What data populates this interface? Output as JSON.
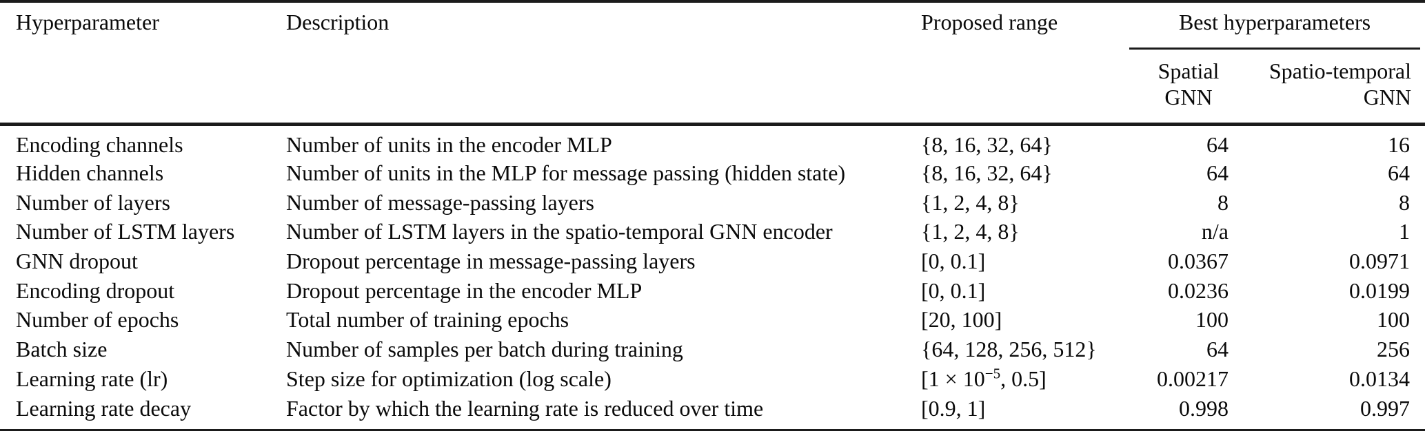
{
  "colors": {
    "text": "#0b0b0b",
    "rule": "#1b1b1b",
    "background": "#ffffff"
  },
  "table": {
    "columns": {
      "hyperparameter": "Hyperparameter",
      "description": "Description",
      "proposed_range": "Proposed range",
      "best_group": "Best hyperparameters",
      "spatial_line1": "Spatial",
      "spatial_line2": "GNN",
      "spatio_temporal_line1": "Spatio-temporal",
      "spatio_temporal_line2": "GNN"
    },
    "rows": [
      {
        "hyperparameter": "Encoding channels",
        "description": "Number of units in the encoder MLP",
        "range": {
          "pre": "{8, 16, 32, 64}",
          "sup": "",
          "post": ""
        },
        "spatial": "64",
        "spatio_temporal": "16"
      },
      {
        "hyperparameter": "Hidden channels",
        "description": "Number of units in the MLP for message passing (hidden state)",
        "range": {
          "pre": "{8, 16, 32, 64}",
          "sup": "",
          "post": ""
        },
        "spatial": "64",
        "spatio_temporal": "64"
      },
      {
        "hyperparameter": "Number of layers",
        "description": "Number of message-passing layers",
        "range": {
          "pre": "{1, 2, 4, 8}",
          "sup": "",
          "post": ""
        },
        "spatial": "8",
        "spatio_temporal": "8"
      },
      {
        "hyperparameter": "Number of LSTM layers",
        "description": "Number of LSTM layers in the spatio-temporal GNN encoder",
        "range": {
          "pre": "{1, 2, 4, 8}",
          "sup": "",
          "post": ""
        },
        "spatial": "n/a",
        "spatio_temporal": "1"
      },
      {
        "hyperparameter": "GNN dropout",
        "description": "Dropout percentage in message-passing layers",
        "range": {
          "pre": "[0, 0.1]",
          "sup": "",
          "post": ""
        },
        "spatial": "0.0367",
        "spatio_temporal": "0.0971"
      },
      {
        "hyperparameter": "Encoding dropout",
        "description": "Dropout percentage in the encoder MLP",
        "range": {
          "pre": "[0, 0.1]",
          "sup": "",
          "post": ""
        },
        "spatial": "0.0236",
        "spatio_temporal": "0.0199"
      },
      {
        "hyperparameter": "Number of epochs",
        "description": "Total number of training epochs",
        "range": {
          "pre": "[20, 100]",
          "sup": "",
          "post": ""
        },
        "spatial": "100",
        "spatio_temporal": "100"
      },
      {
        "hyperparameter": "Batch size",
        "description": "Number of samples per batch during training",
        "range": {
          "pre": "{64, 128, 256, 512}",
          "sup": "",
          "post": ""
        },
        "spatial": "64",
        "spatio_temporal": "256"
      },
      {
        "hyperparameter": "Learning rate (lr)",
        "description": "Step size for optimization (log scale)",
        "range": {
          "pre": "[1 × 10",
          "sup": "−5",
          "post": ", 0.5]"
        },
        "spatial": "0.00217",
        "spatio_temporal": "0.0134"
      },
      {
        "hyperparameter": "Learning rate decay",
        "description": "Factor by which the learning rate is reduced over time",
        "range": {
          "pre": "[0.9, 1]",
          "sup": "",
          "post": ""
        },
        "spatial": "0.998",
        "spatio_temporal": "0.997"
      }
    ]
  }
}
